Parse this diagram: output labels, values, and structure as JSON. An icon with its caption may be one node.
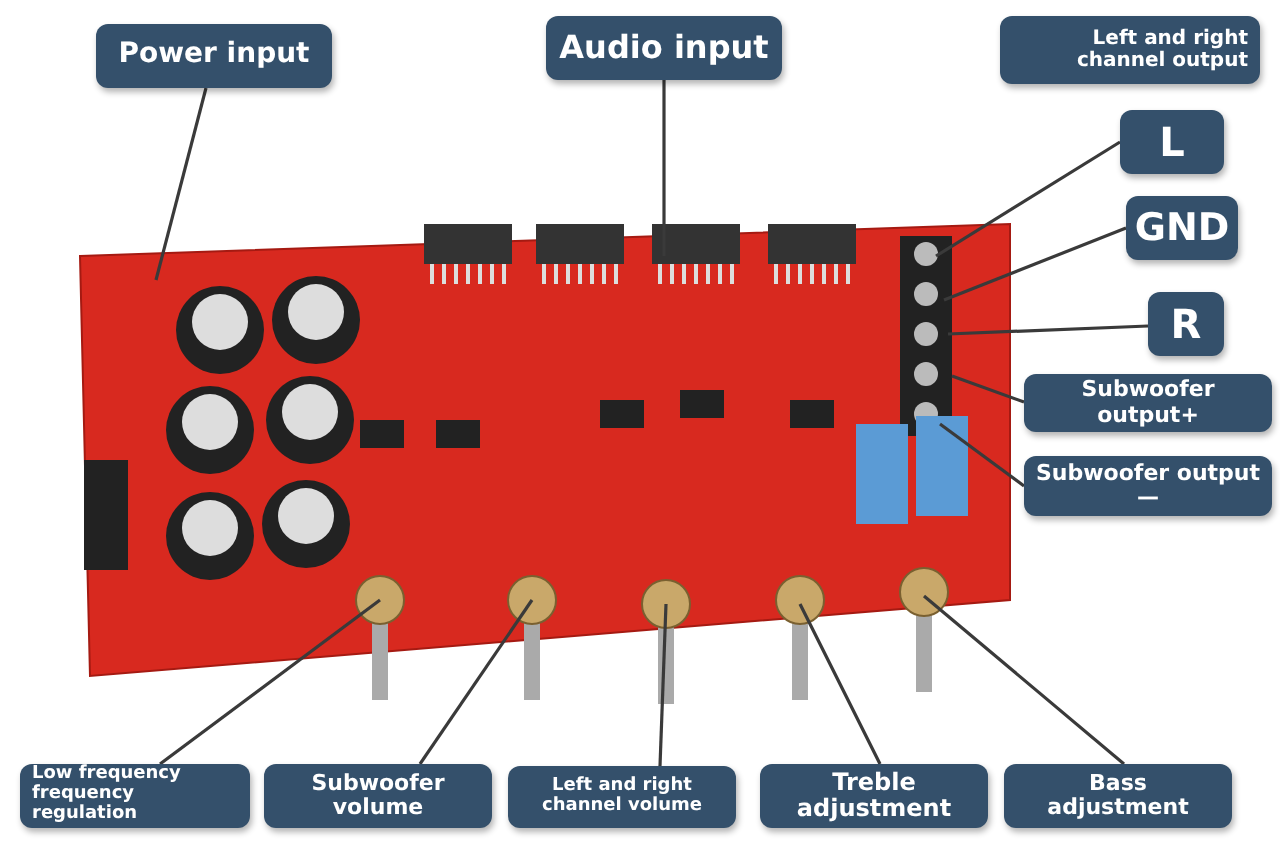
{
  "diagram": {
    "nodes": [
      {
        "text": [
          "Power input"
        ]
      },
      {
        "text": [
          "Audio input"
        ]
      },
      {
        "text": [
          "Left and right channel output"
        ]
      },
      {
        "text": [
          "L"
        ]
      },
      {
        "text": [
          "GND"
        ]
      },
      {
        "text": [
          "R"
        ]
      },
      {
        "text": [
          "Subwoofer output+"
        ]
      },
      {
        "text": [
          "Subwoofer output —"
        ]
      },
      {
        "text": [
          "Low frequency frequency regulation"
        ]
      },
      {
        "text": [
          "Subwoofer volume"
        ]
      },
      {
        "text": [
          "Left and right channel volume"
        ]
      },
      {
        "text": [
          "Treble adjustment"
        ]
      },
      {
        "text": [
          "Bass adjustment"
        ]
      }
    ],
    "edges": [
      {
        "from": 0,
        "to": null,
        "arrow": "none"
      },
      {
        "from": 1,
        "to": null,
        "arrow": "none"
      },
      {
        "from": 3,
        "to": null,
        "arrow": "none"
      },
      {
        "from": 4,
        "to": null,
        "arrow": "none"
      },
      {
        "from": 5,
        "to": null,
        "arrow": "none"
      },
      {
        "from": 6,
        "to": null,
        "arrow": "none"
      },
      {
        "from": 7,
        "to": null,
        "arrow": "none"
      },
      {
        "from": 8,
        "to": null,
        "arrow": "none"
      },
      {
        "from": 9,
        "to": null,
        "arrow": "none"
      },
      {
        "from": 10,
        "to": null,
        "arrow": "none"
      },
      {
        "from": 11,
        "to": null,
        "arrow": "none"
      },
      {
        "from": 12,
        "to": null,
        "arrow": "none"
      }
    ]
  }
}
